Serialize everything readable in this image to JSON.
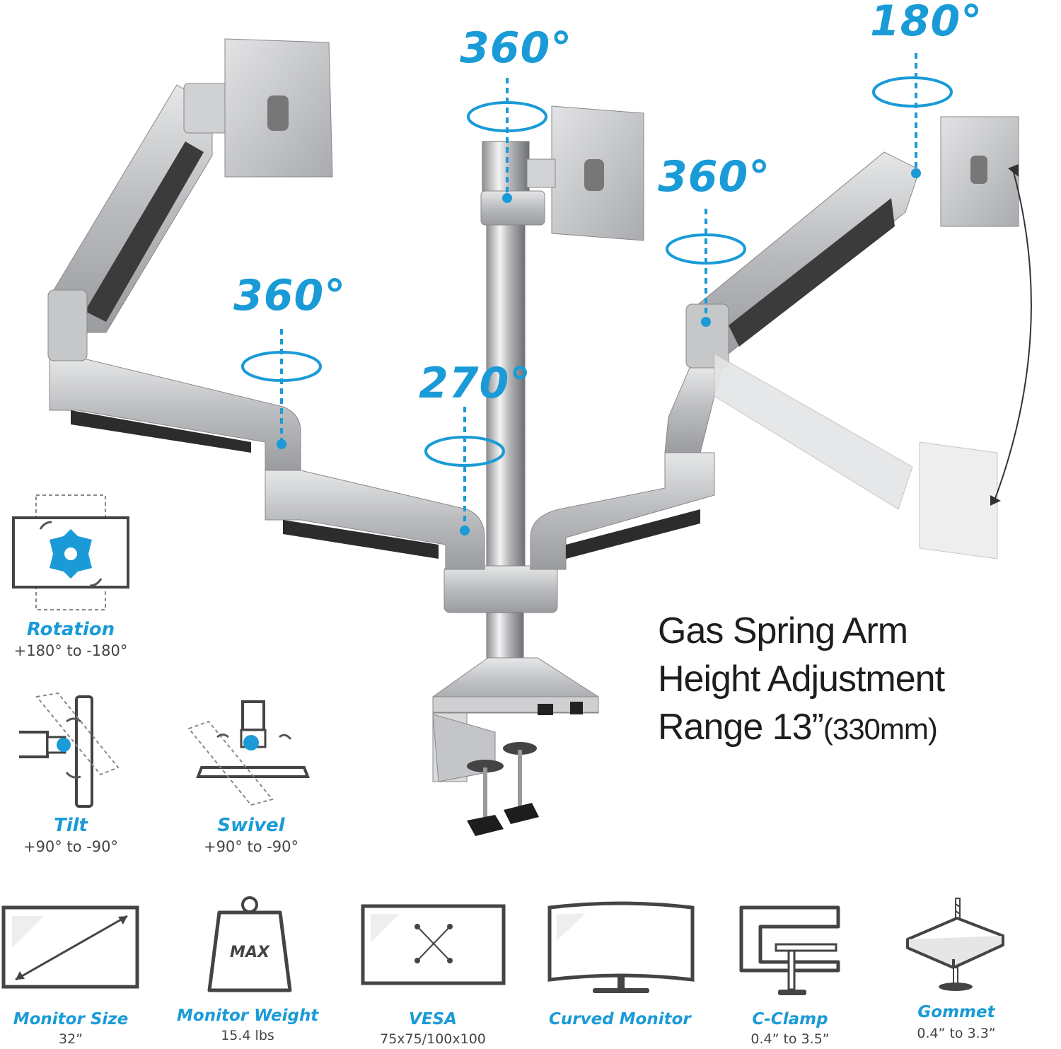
{
  "angles": {
    "top_center": "360°",
    "top_right": "180°",
    "right_mid": "360°",
    "left_mid": "360°",
    "center_mid": "270°"
  },
  "headline": {
    "line1": "Gas Spring Arm",
    "line2": "Height Adjustment",
    "line3_main": "Range 13”",
    "line3_paren": "(330mm)"
  },
  "features": [
    {
      "title": "Rotation",
      "range": "+180° to -180°",
      "icon": "rotation-icon"
    },
    {
      "title": "Tilt",
      "range": "+90° to -90°",
      "icon": "tilt-icon"
    },
    {
      "title": "Swivel",
      "range": "+90° to -90°",
      "icon": "swivel-icon"
    }
  ],
  "specs": [
    {
      "title": "Monitor Size",
      "value": "32”",
      "icon": "monitor-size-icon"
    },
    {
      "title": "Monitor Weight",
      "value": "15.4 lbs",
      "icon": "weight-icon",
      "badge": "MAX"
    },
    {
      "title": "VESA",
      "value": "75x75/100x100",
      "icon": "vesa-icon"
    },
    {
      "title": "Curved Monitor",
      "value": "",
      "icon": "curved-monitor-icon"
    },
    {
      "title": "C-Clamp",
      "value": "0.4” to 3.5”",
      "icon": "c-clamp-icon"
    },
    {
      "title": "Gommet",
      "value": "0.4” to 3.3”",
      "icon": "grommet-icon"
    }
  ],
  "colors": {
    "accent": "#1a9bd7",
    "silver": "#c9cbcd",
    "dark": "#3a3a3a",
    "outline": "#555555"
  }
}
